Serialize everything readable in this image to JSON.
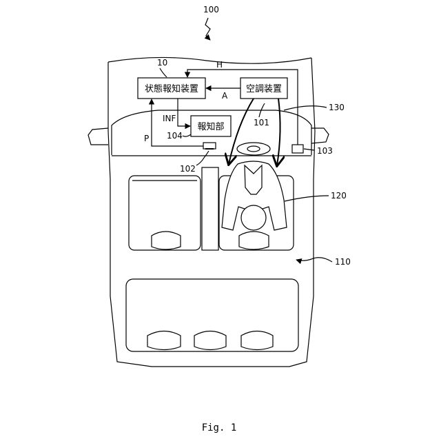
{
  "diagram": {
    "ref_system": "100",
    "ref_state_device": "10",
    "state_device_label": "状態報知装置",
    "aircon_label": "空調装置",
    "notify_label": "報知部",
    "signal_H": "H",
    "signal_A": "A",
    "signal_INF": "INF",
    "signal_P": "P",
    "ref_aircon": "101",
    "ref_camera": "102",
    "ref_sensor": "103",
    "ref_notify": "104",
    "ref_occupant": "120",
    "ref_vehicle": "110",
    "ref_130": "130",
    "fig_caption": "Fig. 1"
  }
}
